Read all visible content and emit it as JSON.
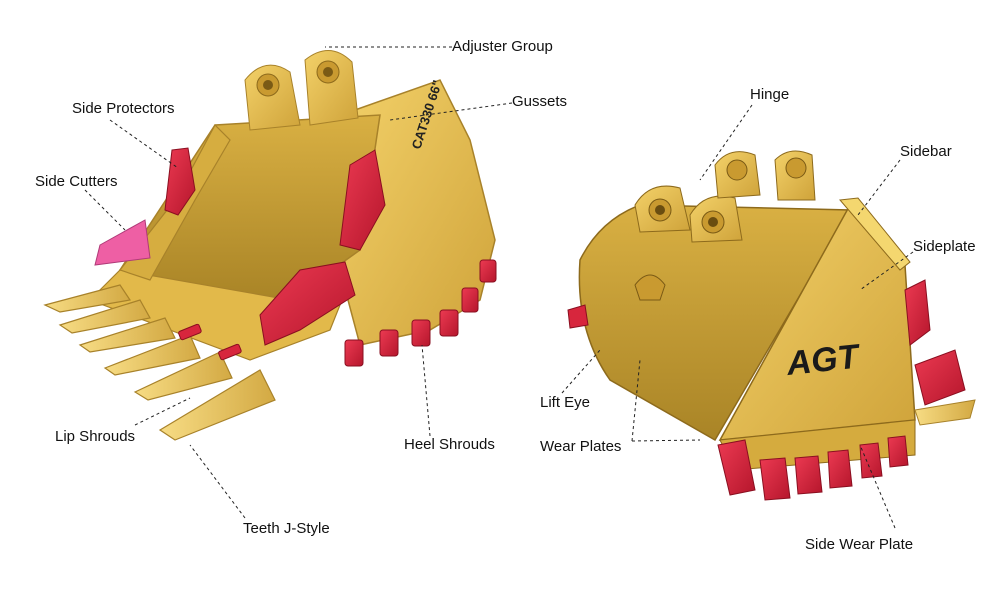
{
  "labels": {
    "adjuster_group": "Adjuster Group",
    "gussets": "Gussets",
    "side_protectors": "Side Protectors",
    "side_cutters": "Side Cutters",
    "lip_shrouds": "Lip Shrouds",
    "heel_shrouds": "Heel Shrouds",
    "teeth_j_style": "Teeth J-Style",
    "hinge": "Hinge",
    "sidebar": "Sidebar",
    "sideplate": "Sideplate",
    "lift_eye": "Lift Eye",
    "wear_plates": "Wear Plates",
    "side_wear_plate": "Side Wear Plate"
  },
  "bucket_marks": {
    "left_model_text": "CAT330 66\"",
    "right_logo_text": "AGT"
  },
  "colors": {
    "bucket_yellow": "#e9c04a",
    "bucket_dark": "#b8902a",
    "wear_red": "#d7263d",
    "leader_line": "#222222"
  }
}
